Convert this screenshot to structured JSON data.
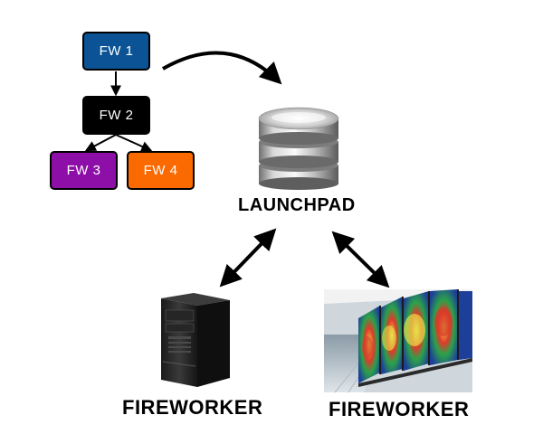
{
  "workflow": {
    "fw1": {
      "label": "FW 1",
      "color": "#0b5394"
    },
    "fw2": {
      "label": "FW 2",
      "color": "#000000"
    },
    "fw3": {
      "label": "FW 3",
      "color": "#8e0fa8"
    },
    "fw4": {
      "label": "FW 4",
      "color": "#fb6a00"
    }
  },
  "launchpad": {
    "label": "LAUNCHPAD",
    "icon": "database-icon"
  },
  "workers": [
    {
      "label": "FIREWORKER",
      "icon": "desktop-tower-icon"
    },
    {
      "label": "FIREWORKER",
      "icon": "supercomputer-icon"
    }
  ]
}
